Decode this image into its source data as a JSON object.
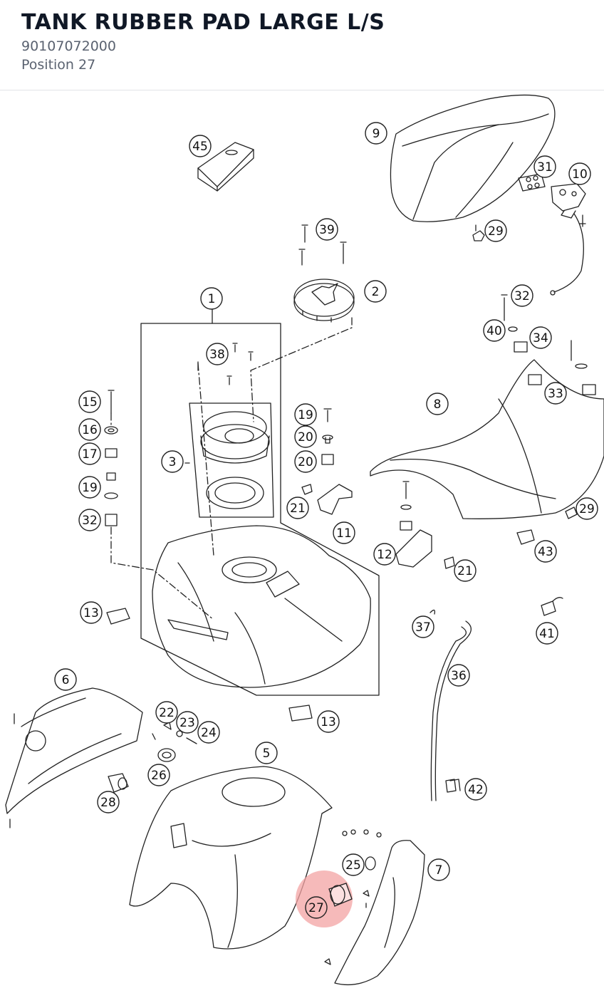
{
  "header": {
    "title": "TANK RUBBER PAD LARGE L/S",
    "part_number": "90107072000",
    "position": "Position 27"
  },
  "diagram": {
    "highlight_color": "#f3a3a3",
    "line_color": "#222222",
    "callouts": [
      "45",
      "9",
      "31",
      "10",
      "39",
      "29",
      "2",
      "1",
      "32",
      "40",
      "34",
      "38",
      "33",
      "8",
      "15",
      "16",
      "17",
      "3",
      "19",
      "20",
      "32",
      "19",
      "20",
      "21",
      "11",
      "29",
      "12",
      "21",
      "43",
      "13",
      "37",
      "41",
      "36",
      "6",
      "22",
      "23",
      "24",
      "13",
      "5",
      "26",
      "28",
      "42",
      "25",
      "7",
      "27"
    ],
    "highlighted_callout": "27"
  }
}
